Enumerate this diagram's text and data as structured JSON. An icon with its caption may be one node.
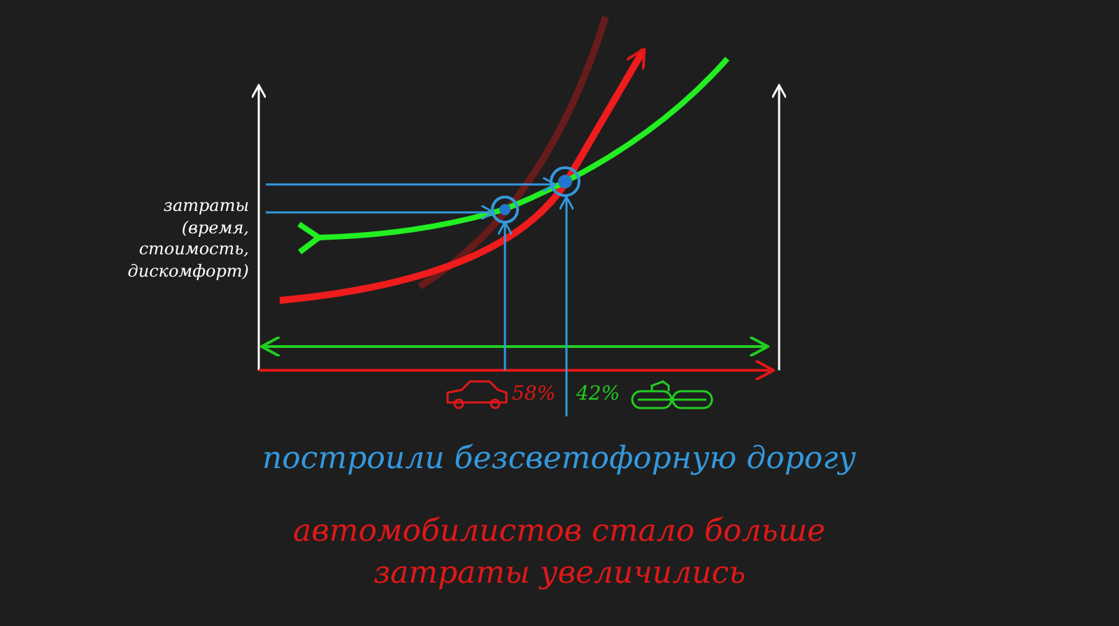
{
  "diagram": {
    "labels": [
      "затраты (время, стоимость, дискомфорт)",
      "58%",
      "42%",
      "построили безсветофорную дорогу",
      "автомобилистов стало больше",
      "затраты увеличились"
    ]
  }
}
